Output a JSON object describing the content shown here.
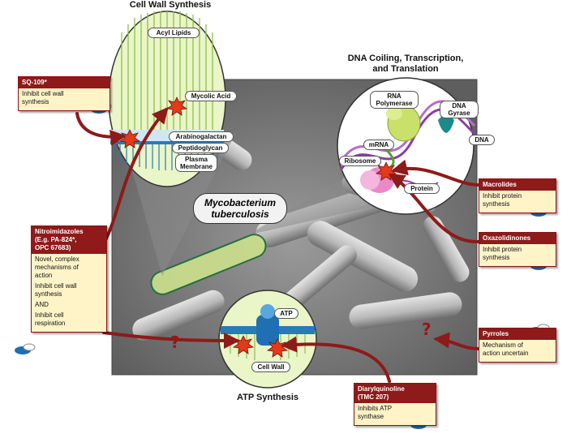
{
  "headings": {
    "cell_wall": "Cell Wall Synthesis",
    "dna_line1": "DNA Coiling, Transcription,",
    "dna_line2": "and Translation",
    "atp": "ATP Synthesis"
  },
  "organism": {
    "line1": "Mycobacterium",
    "line2": "tuberculosis"
  },
  "cell_wall_labels": {
    "acyl_lipids": "Acyl Lipids",
    "mycolic_acid": "Mycolic Acid",
    "arabinogalactan": "Arabinogalactan",
    "peptidoglycan": "Peptidoglycan",
    "plasma_membrane": "Plasma Membrane"
  },
  "dna_labels": {
    "rna_polymerase_1": "RNA",
    "rna_polymerase_2": "Polymerase",
    "dna_gyrase_1": "DNA",
    "dna_gyrase_2": "Gyrase",
    "dna": "DNA",
    "mrna": "mRNA",
    "ribosome": "Ribosome",
    "protein": "Protein"
  },
  "atp_labels": {
    "atp": "ATP",
    "cell_wall": "Cell Wall"
  },
  "drugs": {
    "sq109": {
      "title": "SQ-109*",
      "lines": [
        "Inhibit cell wall",
        "synthesis"
      ]
    },
    "nitro": {
      "title_lines": [
        "Nitroimidazoles",
        "(E.g. PA-824*,",
        "OPC 67683)"
      ],
      "body": [
        "Novel, complex",
        "mechanisms of",
        "action"
      ],
      "body2": [
        "Inhibit cell wall",
        "synthesis"
      ],
      "and": "AND",
      "body3": [
        "Inhibit cell",
        "respiration"
      ]
    },
    "macrolides": {
      "title": "Macrolides",
      "lines": [
        "Inhibit protein",
        "synthesis"
      ]
    },
    "oxazolidinones": {
      "title": "Oxazolidinones",
      "lines": [
        "Inhibit protein",
        "synthesis"
      ]
    },
    "pyrroles": {
      "title": "Pyrroles",
      "lines": [
        "Mechanism of",
        "action uncertain"
      ]
    },
    "diarylquinoline": {
      "title_lines": [
        "Diarylquinoline",
        "(TMC 207)"
      ],
      "lines": [
        "Inhibits ATP",
        "synthase"
      ]
    }
  },
  "unknown_mark": "?",
  "colors": {
    "arrow": "#8e1a1a",
    "box_fill": "#fff4c8",
    "title_bar": "#8e1a1a",
    "sem_bg": "#8a8a8a",
    "cell_wall_zoom": "#eaf5c8",
    "bacterium": "#c9dc8c",
    "capsule": "#1f6fb2"
  }
}
